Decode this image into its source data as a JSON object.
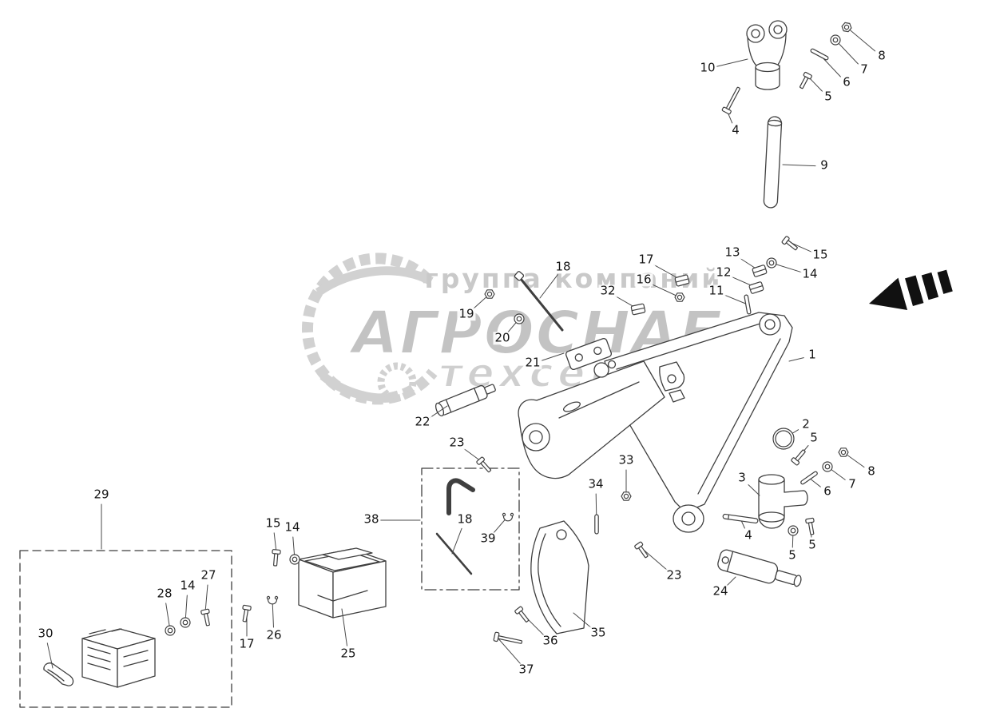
{
  "watermark": {
    "line1": "группа компаний",
    "line2": "АГРОСНАБ",
    "line3": "техсервис"
  },
  "colors": {
    "line": "#3f3f3f",
    "callout_text": "#151515",
    "watermark_gray": "#a6a6a6",
    "arrow_black": "#111111",
    "background": "#ffffff"
  },
  "callouts": [
    {
      "n": "10",
      "label": [
        886,
        86
      ],
      "target": [
        936,
        74
      ],
      "glyph": null
    },
    {
      "n": "4",
      "label": [
        921,
        164
      ],
      "target": [
        910,
        138
      ],
      "glyph": "boltlong",
      "rot": -62
    },
    {
      "n": "5",
      "label": [
        1037,
        122
      ],
      "target": [
        1011,
        95
      ],
      "glyph": "bolt",
      "rot": 118
    },
    {
      "n": "6",
      "label": [
        1060,
        104
      ],
      "target": [
        1026,
        68
      ],
      "glyph": "pin",
      "rot": 28
    },
    {
      "n": "7",
      "label": [
        1082,
        88
      ],
      "target": [
        1046,
        50
      ],
      "glyph": "washer",
      "rot": 0
    },
    {
      "n": "8",
      "label": [
        1104,
        71
      ],
      "target": [
        1060,
        34
      ],
      "glyph": "nut",
      "rot": 10
    },
    {
      "n": "9",
      "label": [
        1032,
        208
      ],
      "target": [
        980,
        206
      ],
      "glyph": null
    },
    {
      "n": "15",
      "label": [
        1027,
        320
      ],
      "target": [
        984,
        301
      ],
      "glyph": "bolt",
      "rot": 38
    },
    {
      "n": "14",
      "label": [
        1014,
        344
      ],
      "target": [
        966,
        329
      ],
      "glyph": "washer",
      "rot": 30
    },
    {
      "n": "13",
      "label": [
        917,
        317
      ],
      "target": [
        951,
        339
      ],
      "glyph": "fitting",
      "rot": -18
    },
    {
      "n": "12",
      "label": [
        906,
        342
      ],
      "target": [
        947,
        360
      ],
      "glyph": "fitting",
      "rot": -18
    },
    {
      "n": "17",
      "label": [
        809,
        326
      ],
      "target": [
        854,
        351
      ],
      "glyph": "fitting",
      "rot": -15
    },
    {
      "n": "16",
      "label": [
        806,
        351
      ],
      "target": [
        851,
        372
      ],
      "glyph": "nut",
      "rot": 0
    },
    {
      "n": "11",
      "label": [
        897,
        365
      ],
      "target": [
        936,
        381
      ],
      "glyph": "pin",
      "rot": 80
    },
    {
      "n": "18",
      "label": [
        705,
        335
      ],
      "target": [
        676,
        373
      ],
      "glyph": null
    },
    {
      "n": "32",
      "label": [
        761,
        365
      ],
      "target": [
        799,
        387
      ],
      "glyph": "fitting",
      "rot": -12
    },
    {
      "n": "19",
      "label": [
        584,
        394
      ],
      "target": [
        613,
        368
      ],
      "glyph": "nut",
      "rot": 0
    },
    {
      "n": "20",
      "label": [
        629,
        424
      ],
      "target": [
        650,
        399
      ],
      "glyph": "washer",
      "rot": 0
    },
    {
      "n": "21",
      "label": [
        667,
        455
      ],
      "target": [
        706,
        442
      ],
      "glyph": null
    },
    {
      "n": "22",
      "label": [
        529,
        529
      ],
      "target": [
        560,
        508
      ],
      "glyph": null
    },
    {
      "n": "1",
      "label": [
        1017,
        445
      ],
      "target": [
        988,
        452
      ],
      "glyph": null
    },
    {
      "n": "2",
      "label": [
        1009,
        532
      ],
      "target": [
        981,
        549
      ],
      "glyph": "oring",
      "rot": 0
    },
    {
      "n": "5",
      "label": [
        1019,
        549
      ],
      "target": [
        996,
        577
      ],
      "glyph": "bolt",
      "rot": -50
    },
    {
      "n": "8",
      "label": [
        1091,
        591
      ],
      "target": [
        1056,
        566
      ],
      "glyph": "nut",
      "rot": 0
    },
    {
      "n": "7",
      "label": [
        1067,
        607
      ],
      "target": [
        1036,
        584
      ],
      "glyph": "washer",
      "rot": 0
    },
    {
      "n": "6",
      "label": [
        1036,
        616
      ],
      "target": [
        1013,
        598
      ],
      "glyph": "pin",
      "rot": -35
    },
    {
      "n": "3",
      "label": [
        929,
        599
      ],
      "target": [
        951,
        620
      ],
      "glyph": null
    },
    {
      "n": "23",
      "label": [
        572,
        555
      ],
      "target": [
        602,
        577
      ],
      "glyph": "bolt",
      "rot": 48
    },
    {
      "n": "33",
      "label": [
        784,
        577
      ],
      "target": [
        784,
        621
      ],
      "glyph": "nut",
      "rot": 0
    },
    {
      "n": "34",
      "label": [
        746,
        607
      ],
      "target": [
        747,
        656
      ],
      "glyph": "pin",
      "rot": 90
    },
    {
      "n": "38",
      "label": [
        465,
        651
      ],
      "target": [
        526,
        651
      ],
      "glyph": null
    },
    {
      "n": "18",
      "label": [
        582,
        651
      ],
      "target": [
        566,
        693
      ],
      "glyph": null
    },
    {
      "n": "39",
      "label": [
        611,
        675
      ],
      "target": [
        636,
        646
      ],
      "glyph": "clip",
      "rot": 0
    },
    {
      "n": "4",
      "label": [
        937,
        671
      ],
      "target": [
        927,
        649
      ],
      "glyph": "pinlong",
      "rot": 8
    },
    {
      "n": "5",
      "label": [
        1017,
        683
      ],
      "target": [
        1014,
        652
      ],
      "glyph": "bolt",
      "rot": 80
    },
    {
      "n": "5",
      "label": [
        992,
        696
      ],
      "target": [
        993,
        664
      ],
      "glyph": "washer",
      "rot": 0
    },
    {
      "n": "24",
      "label": [
        902,
        741
      ],
      "target": [
        921,
        722
      ],
      "glyph": null
    },
    {
      "n": "23",
      "label": [
        844,
        721
      ],
      "target": [
        800,
        683
      ],
      "glyph": "bolt",
      "rot": 55
    },
    {
      "n": "35",
      "label": [
        749,
        793
      ],
      "target": [
        718,
        767
      ],
      "glyph": null
    },
    {
      "n": "36",
      "label": [
        689,
        803
      ],
      "target": [
        650,
        764
      ],
      "glyph": "bolt",
      "rot": 52
    },
    {
      "n": "37",
      "label": [
        659,
        839
      ],
      "target": [
        622,
        797
      ],
      "glyph": "boltlong",
      "rot": 12
    },
    {
      "n": "29",
      "label": [
        127,
        620
      ],
      "target": [
        127,
        687
      ],
      "glyph": null
    },
    {
      "n": "15",
      "label": [
        342,
        656
      ],
      "target": [
        346,
        691
      ],
      "glyph": "bolt",
      "rot": 95
    },
    {
      "n": "14",
      "label": [
        366,
        661
      ],
      "target": [
        369,
        700
      ],
      "glyph": "washer",
      "rot": 0
    },
    {
      "n": "27",
      "label": [
        261,
        721
      ],
      "target": [
        257,
        766
      ],
      "glyph": "bolt",
      "rot": 78
    },
    {
      "n": "14",
      "label": [
        235,
        734
      ],
      "target": [
        232,
        779
      ],
      "glyph": "washer",
      "rot": 0
    },
    {
      "n": "28",
      "label": [
        206,
        744
      ],
      "target": [
        213,
        789
      ],
      "glyph": "washer",
      "rot": 0
    },
    {
      "n": "30",
      "label": [
        57,
        794
      ],
      "target": [
        66,
        836
      ],
      "glyph": null
    },
    {
      "n": "17",
      "label": [
        309,
        807
      ],
      "target": [
        309,
        761
      ],
      "glyph": "bolt",
      "rot": 100
    },
    {
      "n": "26",
      "label": [
        343,
        796
      ],
      "target": [
        341,
        750
      ],
      "glyph": "clip",
      "rot": 0
    },
    {
      "n": "25",
      "label": [
        436,
        819
      ],
      "target": [
        428,
        762
      ],
      "glyph": null
    }
  ]
}
